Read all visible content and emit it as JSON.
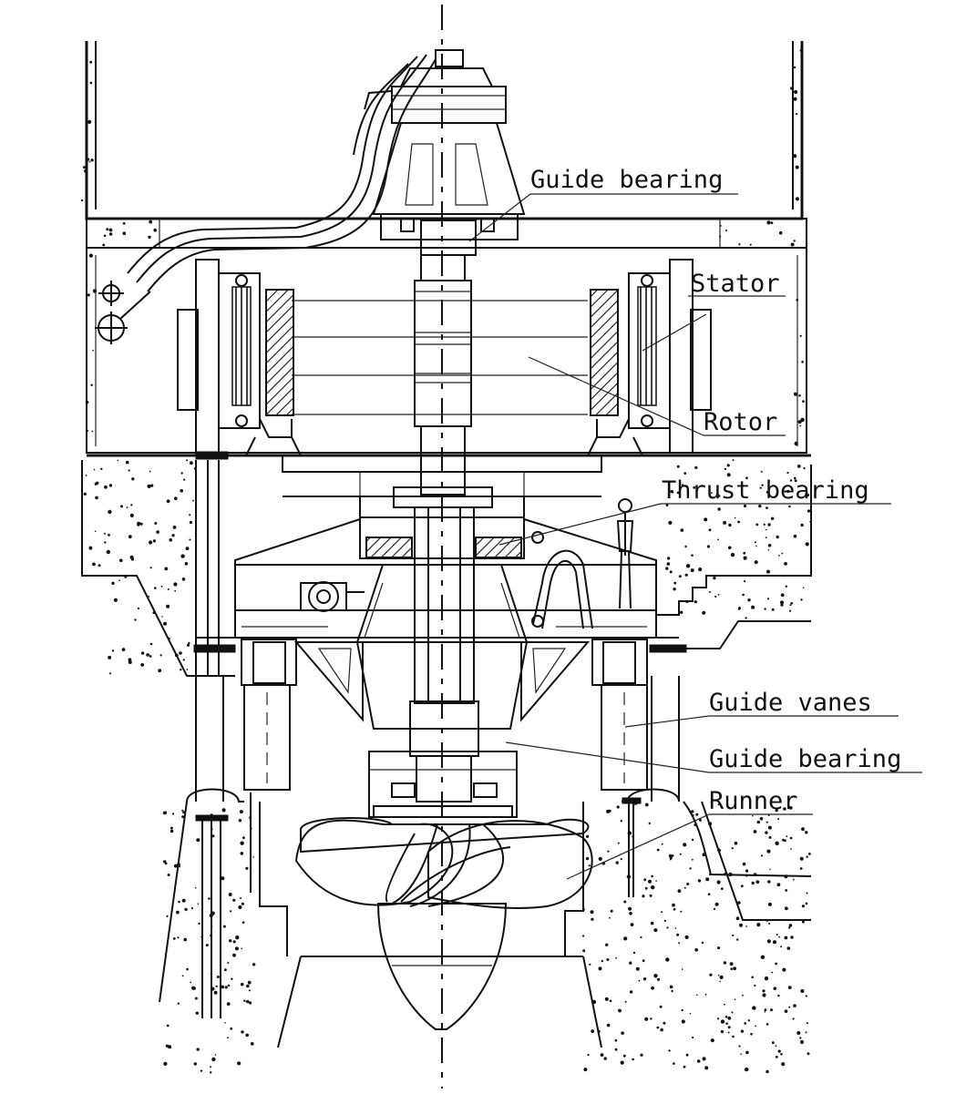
{
  "labels": {
    "guide_bearing_top": "Guide bearing",
    "stator": "Stator",
    "rotor": "Rotor",
    "thrust_bearing": "Thrust bearing",
    "guide_vanes": "Guide vanes",
    "guide_bearing_lower": "Guide bearing",
    "runner": "Runner"
  },
  "colors": {
    "line": "#111111",
    "background": "#ffffff"
  }
}
